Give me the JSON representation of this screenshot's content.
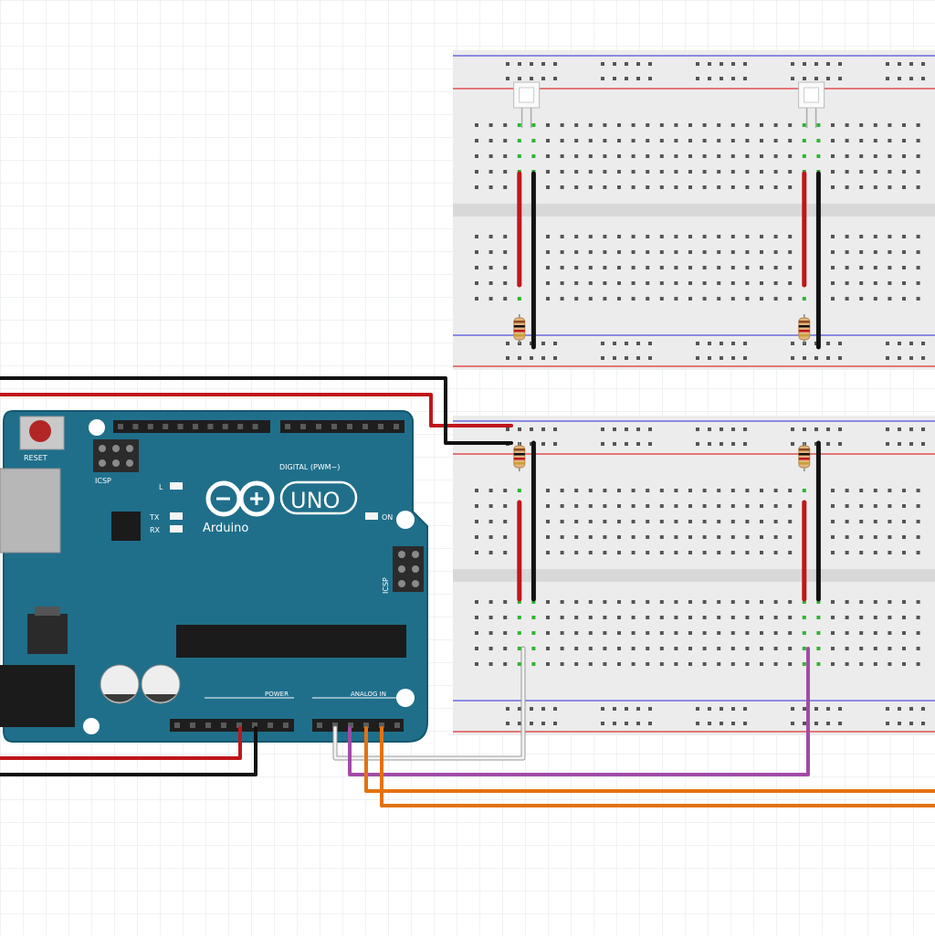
{
  "arduino": {
    "reset_label": "RESET",
    "icsp_label": "ICSP",
    "icsp2_label": "ICSP",
    "led_l": "L",
    "led_tx": "TX",
    "led_rx": "RX",
    "led_on": "ON",
    "logo_uno": "UNO",
    "logo_brand": "Arduino",
    "digital_label": "DIGITAL (PWM~)",
    "power_label": "POWER",
    "analog_label": "ANALOG IN",
    "board_color": "#1f6f8b",
    "header_color": "#222222"
  },
  "breadboard": {
    "color": "#ececec",
    "hole_color": "#555555",
    "connected_hole_color": "#2fb52f",
    "rail_red": "#e05050",
    "rail_blue": "#6a6ae0"
  },
  "wires": {
    "red": "#c0161b",
    "black": "#111111",
    "white": "#e8e8e8",
    "purple": "#a24aa6",
    "orange": "#e3720f"
  }
}
